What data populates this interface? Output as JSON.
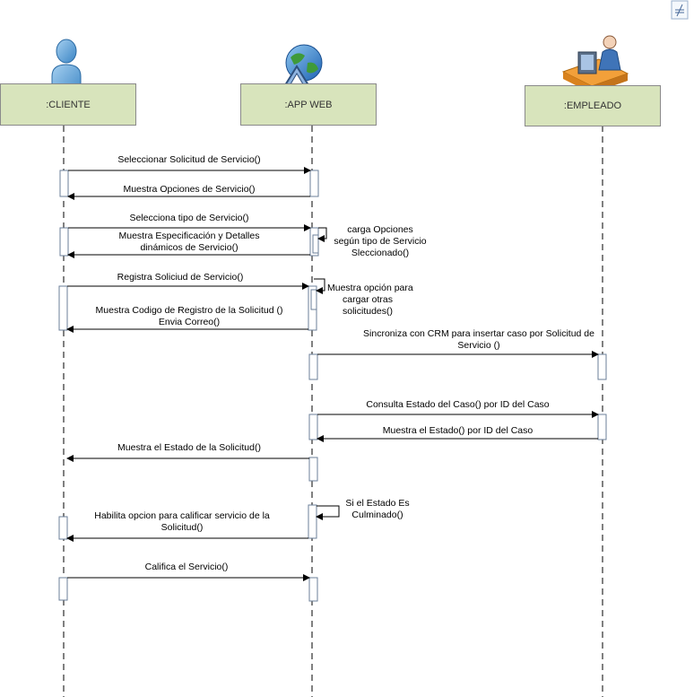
{
  "lifelines": [
    {
      "id": "cliente",
      "label": ":CLIENTE",
      "icon": "client-person-icon"
    },
    {
      "id": "app",
      "label": ":APP WEB",
      "icon": "web-globe-icon"
    },
    {
      "id": "empleado",
      "label": ":EMPLEADO",
      "icon": "employee-computer-icon"
    }
  ],
  "messages": [
    {
      "id": "m1",
      "lines": [
        "Seleccionar Solicitud de Servicio()"
      ],
      "from": "cliente",
      "to": "app"
    },
    {
      "id": "m2",
      "lines": [
        "Muestra Opciones de Servicio()"
      ],
      "from": "app",
      "to": "cliente"
    },
    {
      "id": "m3",
      "lines": [
        "Selecciona tipo de Servicio()"
      ],
      "from": "cliente",
      "to": "app"
    },
    {
      "id": "m4",
      "lines": [
        "Muestra Especificación y Detalles",
        "dinámicos  de Servicio()"
      ],
      "from": "app",
      "to": "cliente"
    },
    {
      "id": "m5",
      "lines": [
        "Registra Soliciud de Servicio()"
      ],
      "from": "cliente",
      "to": "app"
    },
    {
      "id": "m6",
      "lines": [
        "Muestra Codigo de Registro  de  la Solicitud ()",
        "Envia Correo()"
      ],
      "from": "app",
      "to": "cliente"
    },
    {
      "id": "m7",
      "lines": [
        "Sincroniza con CRM para insertar caso por Solicitud de",
        "Servicio ()"
      ],
      "from": "app",
      "to": "empleado"
    },
    {
      "id": "m8",
      "lines": [
        "Consulta Estado del Caso() por ID del Caso"
      ],
      "from": "app",
      "to": "empleado"
    },
    {
      "id": "m9",
      "lines": [
        "Muestra el Estado() por ID del Caso"
      ],
      "from": "empleado",
      "to": "app"
    },
    {
      "id": "m10",
      "lines": [
        "Muestra el Estado de la Solicitud()"
      ],
      "from": "app",
      "to": "cliente"
    },
    {
      "id": "m11",
      "lines": [
        "Habilita opcion para calificar servicio de la",
        "Solicitud()"
      ],
      "from": "app",
      "to": "cliente"
    },
    {
      "id": "m12",
      "lines": [
        "Califica el Servicio()"
      ],
      "from": "cliente",
      "to": "app"
    }
  ],
  "self_messages": [
    {
      "id": "s1",
      "lines": [
        "carga Opciones",
        "según tipo de Servicio",
        "Sleccionado()"
      ]
    },
    {
      "id": "s2",
      "lines": [
        "Muestra opción para",
        "cargar otras",
        "solicitudes()"
      ]
    },
    {
      "id": "s3",
      "lines": [
        "Si el Estado Es",
        "Culminado()"
      ]
    }
  ],
  "colors": {
    "lifeline_fill": "#d8e4bc",
    "lifeline_border": "#8a8a8a",
    "activation_fill": "#ffffff",
    "activation_border": "#6b7f99",
    "line": "#000000"
  }
}
